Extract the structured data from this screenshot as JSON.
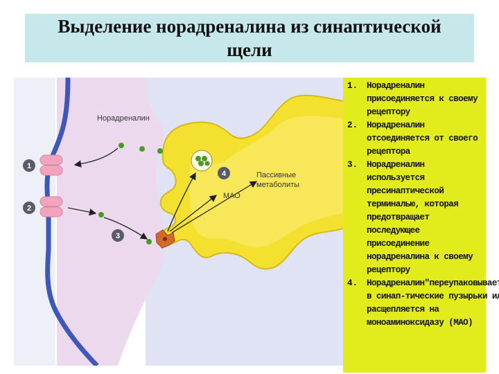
{
  "title": "Выделение норадреналина из синаптической щели",
  "diagram": {
    "labels": {
      "noradrenaline": "Норадреналин",
      "passive_metabolites": "Пассивные метаболиты",
      "passive_line1": "Пассивные",
      "passive_line2": "метаболиты",
      "mao": "МАО"
    },
    "badges": [
      "1",
      "2",
      "3",
      "4"
    ],
    "colors": {
      "presynaptic": "#ecd9ee",
      "membrane_blue": "#3f58b8",
      "terminal_yellow": "#f4e02e",
      "neurotransmitter": "#4a9a2a",
      "receptor": "#f2a3be",
      "badge": "#5a5a6a"
    }
  },
  "notes": [
    {
      "num": "1.",
      "text": "Норадреналин присоединяется к своему рецептору"
    },
    {
      "num": "2.",
      "text": "Норадреналин отсоединяется от своего рецептора"
    },
    {
      "num": "3.",
      "text": "Норадреналин используется пресинаптической терминалью, которая предотвращает последующее присоединение норадреналина к своему рецептору"
    },
    {
      "num": "4.",
      "text": "Норадреналин\"переупаковывается\" в синап-тические пузырьки или расщепляется на моноаминоксидазу (МАО)"
    }
  ]
}
